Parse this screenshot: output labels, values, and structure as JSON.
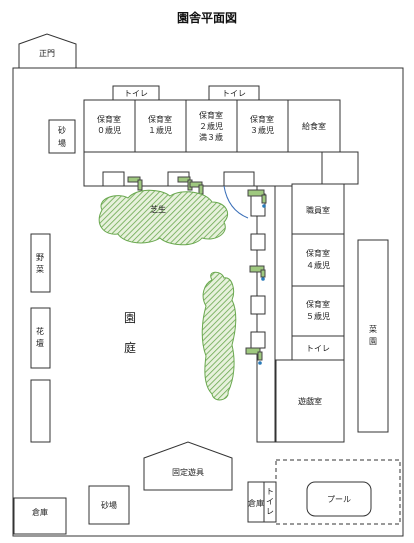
{
  "title": "園舎平面図",
  "labels": {
    "main_gate": "正門",
    "toilet_top1": "トイレ",
    "toilet_top2": "トイレ",
    "room0_l1": "保育室",
    "room0_l2": "０歳児",
    "room1_l1": "保育室",
    "room1_l2": "１歳児",
    "room23_l1": "保育室",
    "room23_l2": "２歳児",
    "room23_l3": "満３歳",
    "room3_l1": "保育室",
    "room3_l2": "３歳児",
    "kitchen": "給食室",
    "sandbox_left_1": "砂",
    "sandbox_left_2": "場",
    "lawn": "芝生",
    "vegetable_1": "野",
    "vegetable_2": "菜",
    "flower_1": "花",
    "flower_2": "壇",
    "yard_1": "園",
    "yard_2": "庭",
    "staff_room": "職員室",
    "room4_l1": "保育室",
    "room4_l2": "４歳児",
    "room5_l1": "保育室",
    "room5_l2": "５歳児",
    "toilet_right": "トイレ",
    "playroom": "遊戯室",
    "farm_1": "菜",
    "farm_2": "園",
    "fixed_equipment": "固定遊具",
    "storage_left": "倉庫",
    "sandbox_bottom": "砂場",
    "storage_bottom": "倉庫",
    "toilet_bottom_1": "ト",
    "toilet_bottom_2": "イ",
    "toilet_bottom_3": "レ",
    "pool": "プール"
  },
  "colors": {
    "line": "#333333",
    "tree_green": "#5a9a3a",
    "tree_fill": "#d6e8c4",
    "faucet_blue": "#2a7ab8",
    "arc_blue": "#3a6fb8"
  }
}
